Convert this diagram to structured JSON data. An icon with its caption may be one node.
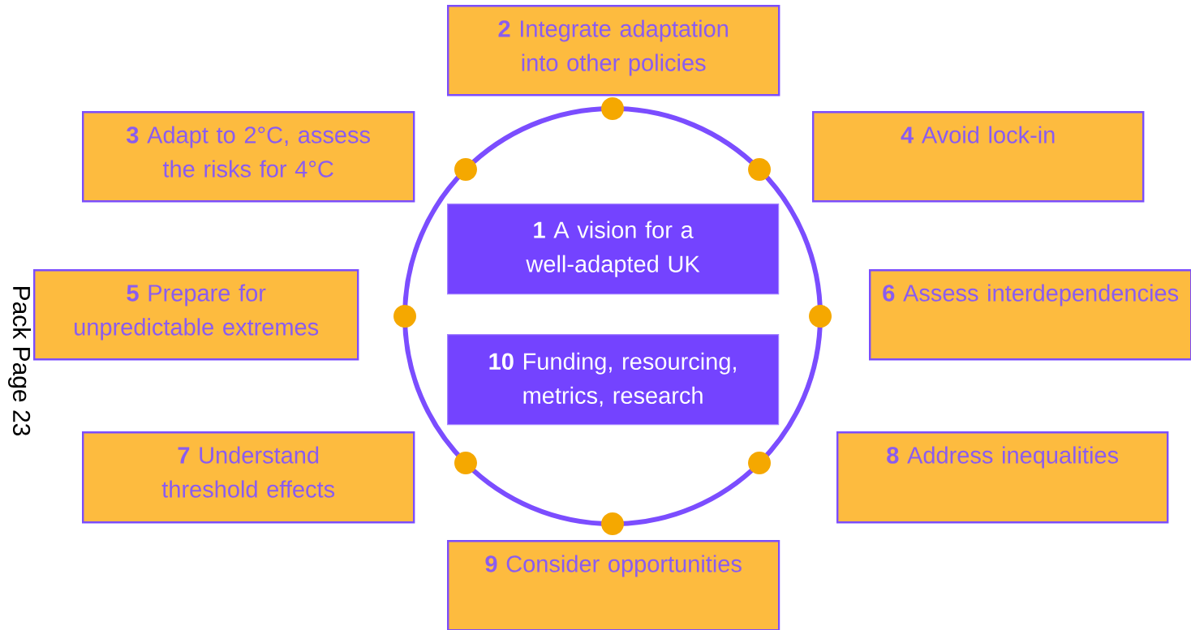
{
  "diagram": {
    "nodes": [
      {
        "text": [
          "**2** Integrate adaptation into other policies"
        ]
      },
      {
        "text": [
          "**3** Adapt to 2°C, assess the risks for 4°C"
        ]
      },
      {
        "text": [
          "**4** Avoid lock-in"
        ]
      },
      {
        "text": [
          "**1** A vision for a well-adapted UK"
        ]
      },
      {
        "text": [
          "**5** Prepare for unpredictable extremes"
        ]
      },
      {
        "text": [
          "**6** Assess interdependencies"
        ]
      },
      {
        "text": [
          "**10** Funding, resourcing, metrics, research"
        ]
      },
      {
        "text": [
          "**7** Understand threshold effects"
        ]
      },
      {
        "text": [
          "**8** Address inequalities"
        ]
      },
      {
        "text": [
          "**9** Consider opportunities"
        ]
      }
    ],
    "labels": [
      "Pack Page 23"
    ]
  }
}
